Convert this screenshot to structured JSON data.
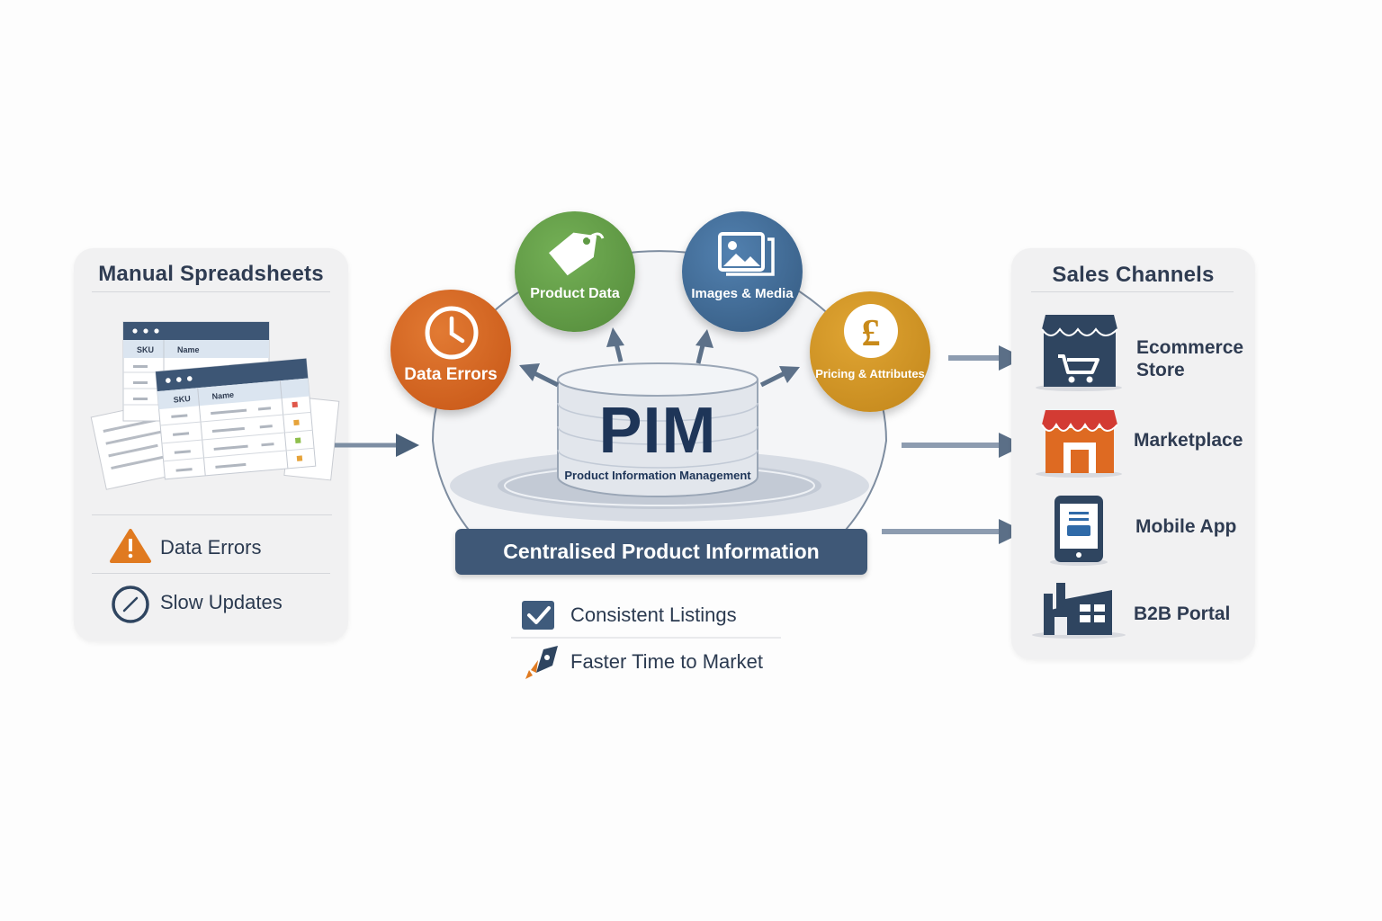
{
  "left_panel": {
    "title": "Manual Spreadsheets",
    "spreadsheet": {
      "col_sku": "SKU",
      "col_name": "Name"
    },
    "issues": [
      {
        "label": "Data Errors",
        "icon": "warning-icon"
      },
      {
        "label": "Slow Updates",
        "icon": "clock-icon"
      }
    ]
  },
  "pim": {
    "title": "PIM",
    "subtitle": "Product Information Management",
    "banner": "Centralised Product Information"
  },
  "circles": [
    {
      "label": "Data Errors",
      "color": "#d2621c",
      "icon": "clock-icon"
    },
    {
      "label": "Product Data",
      "color": "#5f9a45",
      "icon": "tag-icon"
    },
    {
      "label": "Images & Media",
      "color": "#3f6b97",
      "icon": "image-icon"
    },
    {
      "label": "Pricing & Attributes",
      "color": "#d3951d",
      "icon": "pound-icon"
    }
  ],
  "benefits": [
    {
      "label": "Consistent Listings",
      "icon": "checkbox-icon"
    },
    {
      "label": "Faster Time to Market",
      "icon": "rocket-icon"
    }
  ],
  "right_panel": {
    "title": "Sales Channels",
    "channels": [
      {
        "line1": "Ecommerce",
        "line2": "Store",
        "icon": "ecommerce-store-icon"
      },
      {
        "line1": "Marketplace",
        "line2": "",
        "icon": "marketplace-icon"
      },
      {
        "line1": "Mobile App",
        "line2": "",
        "icon": "mobile-phone-icon"
      },
      {
        "line1": "B2B Portal",
        "line2": "",
        "icon": "factory-icon"
      }
    ]
  },
  "colors": {
    "navy": "#2f4560",
    "arrow": "#6d7f96",
    "banner": "#3f5877",
    "store_red": "#d33b33",
    "store_orange": "#de6a22"
  }
}
